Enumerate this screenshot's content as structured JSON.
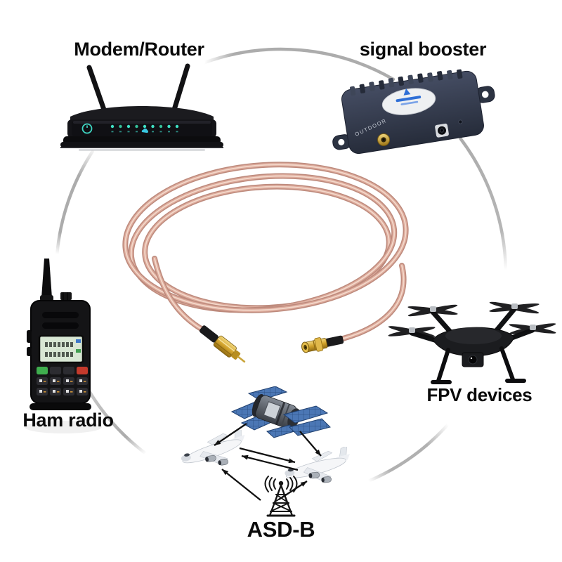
{
  "scene": {
    "background": "#ffffff",
    "ring_color": "#9d9d9d",
    "description_icons": [
      "wifi-router-image",
      "signal-booster-image",
      "ham-radio-image",
      "fpv-drone-image",
      "coax-cable-image",
      "satellite-image",
      "aircraft-image",
      "radio-tower-icon",
      "signal-wave-icon",
      "power-icon",
      "arrow-icon"
    ]
  },
  "labels": {
    "modem_router": "Modem/Router",
    "signal_booster": "signal booster",
    "ham_radio": "Ham radio",
    "fpv_devices": "FPV devices",
    "adsb": "ASD-B"
  },
  "booster": {
    "port_label": "OUTDOOR"
  },
  "colors": {
    "arrow_black": "#111111",
    "ring_gray": "#9d9d9d",
    "cable_pink": "#d8a496",
    "cable_highlight": "#f3d8ca",
    "connector_gold": "#d2a32c",
    "device_black": "#141416",
    "booster_body": "#343b4d",
    "solar_blue": "#4b77b5",
    "lcd_green": "#d8e7d4",
    "led_teal": "#3fe0c4",
    "label_text": "#0a0a0a"
  }
}
